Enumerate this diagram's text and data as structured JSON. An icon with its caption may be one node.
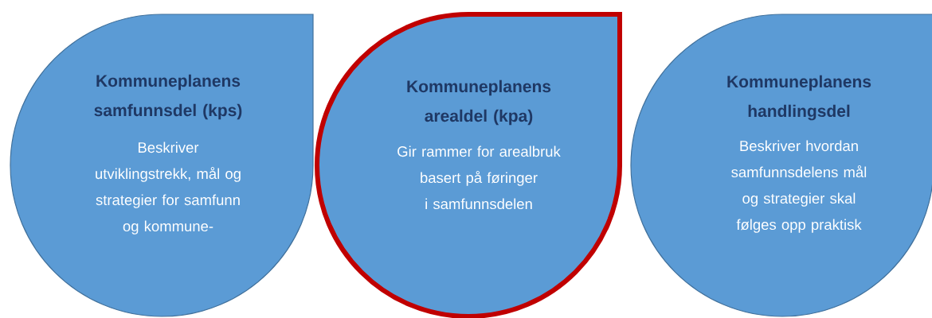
{
  "diagram": {
    "nodes": [
      {
        "text": [
          "Kommuneplanens samfunnsdel (kps)",
          "Beskriver utviklingstrekk, mål og strategier for samfunn og kommune-"
        ]
      },
      {
        "text": [
          "Kommuneplanens arealdel (kpa)",
          "Gir rammer for arealbruk basert på føringer i samfunnsdelen"
        ]
      },
      {
        "text": [
          "Kommuneplanens handlingsdel",
          "Beskriver hvordan samfunnsdelens mål og strategier skal følges opp praktisk"
        ]
      }
    ]
  }
}
